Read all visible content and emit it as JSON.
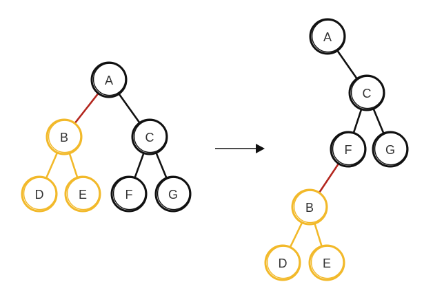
{
  "colors": {
    "black": "#111111",
    "yellow": "#f2b92a",
    "red": "#b3261e",
    "text": "#333333"
  },
  "trees": {
    "before": {
      "nodes": {
        "A": {
          "label": "A",
          "color": "black"
        },
        "B": {
          "label": "B",
          "color": "yellow"
        },
        "C": {
          "label": "C",
          "color": "black"
        },
        "D": {
          "label": "D",
          "color": "yellow"
        },
        "E": {
          "label": "E",
          "color": "yellow"
        },
        "F": {
          "label": "F",
          "color": "black"
        },
        "G": {
          "label": "G",
          "color": "black"
        }
      },
      "edges": [
        {
          "from": "A",
          "to": "B",
          "color": "red"
        },
        {
          "from": "A",
          "to": "C",
          "color": "black"
        },
        {
          "from": "B",
          "to": "D",
          "color": "yellow"
        },
        {
          "from": "B",
          "to": "E",
          "color": "yellow"
        },
        {
          "from": "C",
          "to": "F",
          "color": "black"
        },
        {
          "from": "C",
          "to": "G",
          "color": "black"
        }
      ]
    },
    "after": {
      "nodes": {
        "A": {
          "label": "A",
          "color": "black"
        },
        "C": {
          "label": "C",
          "color": "black"
        },
        "F": {
          "label": "F",
          "color": "black"
        },
        "G": {
          "label": "G",
          "color": "black"
        },
        "B": {
          "label": "B",
          "color": "yellow"
        },
        "D": {
          "label": "D",
          "color": "yellow"
        },
        "E": {
          "label": "E",
          "color": "yellow"
        }
      },
      "edges": [
        {
          "from": "A",
          "to": "C",
          "color": "black"
        },
        {
          "from": "C",
          "to": "F",
          "color": "black"
        },
        {
          "from": "C",
          "to": "G",
          "color": "black"
        },
        {
          "from": "F",
          "to": "B",
          "color": "red"
        },
        {
          "from": "B",
          "to": "D",
          "color": "yellow"
        },
        {
          "from": "B",
          "to": "E",
          "color": "yellow"
        }
      ]
    }
  }
}
